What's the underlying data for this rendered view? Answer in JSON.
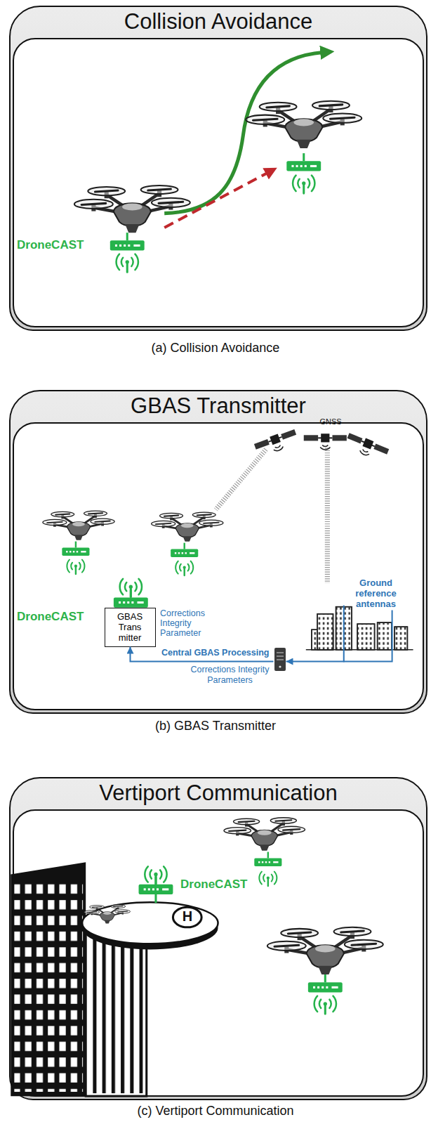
{
  "diagram": {
    "nodes": [
      {
        "text": [
          "Collision Avoidance"
        ]
      },
      {
        "text": [
          "GBAS Transmitter"
        ]
      },
      {
        "text": [
          "GBAS Trans mitter"
        ],
        "in": 1
      },
      {
        "text": [
          "Central GBAS Processing"
        ],
        "in": 1
      },
      {
        "text": [
          "Ground reference antennas"
        ],
        "in": 1
      },
      {
        "text": [
          "Vertiport Communication"
        ]
      }
    ],
    "edges": [
      {
        "from": 4,
        "to": 3,
        "arrow": "to"
      },
      {
        "from": 3,
        "to": 2,
        "arrow": "to",
        "label": "Corrections Integrity Parameters"
      }
    ],
    "labels": [
      "DroneCAST",
      "(a) Collision Avoidance",
      "GNSS",
      "DroneCAST",
      "Corrections Integrity Parameter",
      "(b) GBAS Transmitter",
      "DroneCAST",
      "H",
      "(c) Vertiport Communication"
    ]
  }
}
